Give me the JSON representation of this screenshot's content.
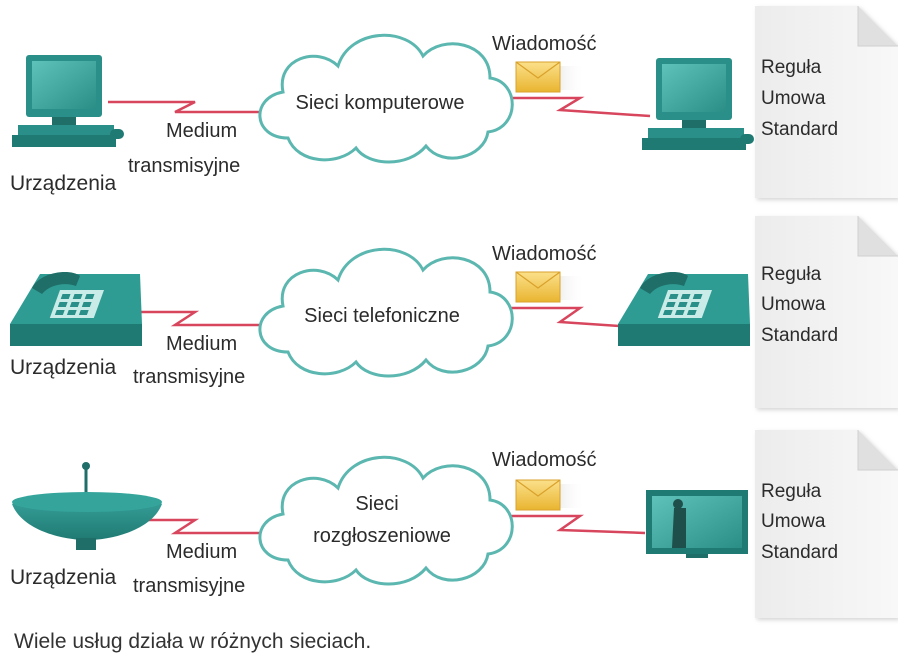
{
  "rows": [
    {
      "device_label": "Urządzenia",
      "medium_label_1": "Medium",
      "medium_label_2": "transmisyjne",
      "network_lines": [
        "Sieci komputerowe"
      ],
      "message_label": "Wiadomość",
      "doc_lines": [
        "Reguła",
        "Umowa",
        "Standard"
      ],
      "device_icon": "computer-icon",
      "target_icon": "computer-icon"
    },
    {
      "device_label": "Urządzenia",
      "medium_label_1": "Medium",
      "medium_label_2": "transmisyjne",
      "network_lines": [
        "Sieci telefoniczne"
      ],
      "message_label": "Wiadomość",
      "doc_lines": [
        "Reguła",
        "Umowa",
        "Standard"
      ],
      "device_icon": "telephone-icon",
      "target_icon": "telephone-icon"
    },
    {
      "device_label": "Urządzenia",
      "medium_label_1": "Medium",
      "medium_label_2": "transmisyjne",
      "network_lines": [
        "Sieci",
        "rozgłoszeniowe"
      ],
      "message_label": "Wiadomość",
      "doc_lines": [
        "Reguła",
        "Umowa",
        "Standard"
      ],
      "device_icon": "satellite-dish-icon",
      "target_icon": "television-icon"
    }
  ],
  "caption": "Wiele usług działa w różnych sieciach.",
  "colors": {
    "teal": "#2f9c94",
    "teal_dark": "#1f6e68",
    "link": "#d7465d",
    "cloud_stroke": "#5bb7b0",
    "envelope": "#f2c645"
  }
}
